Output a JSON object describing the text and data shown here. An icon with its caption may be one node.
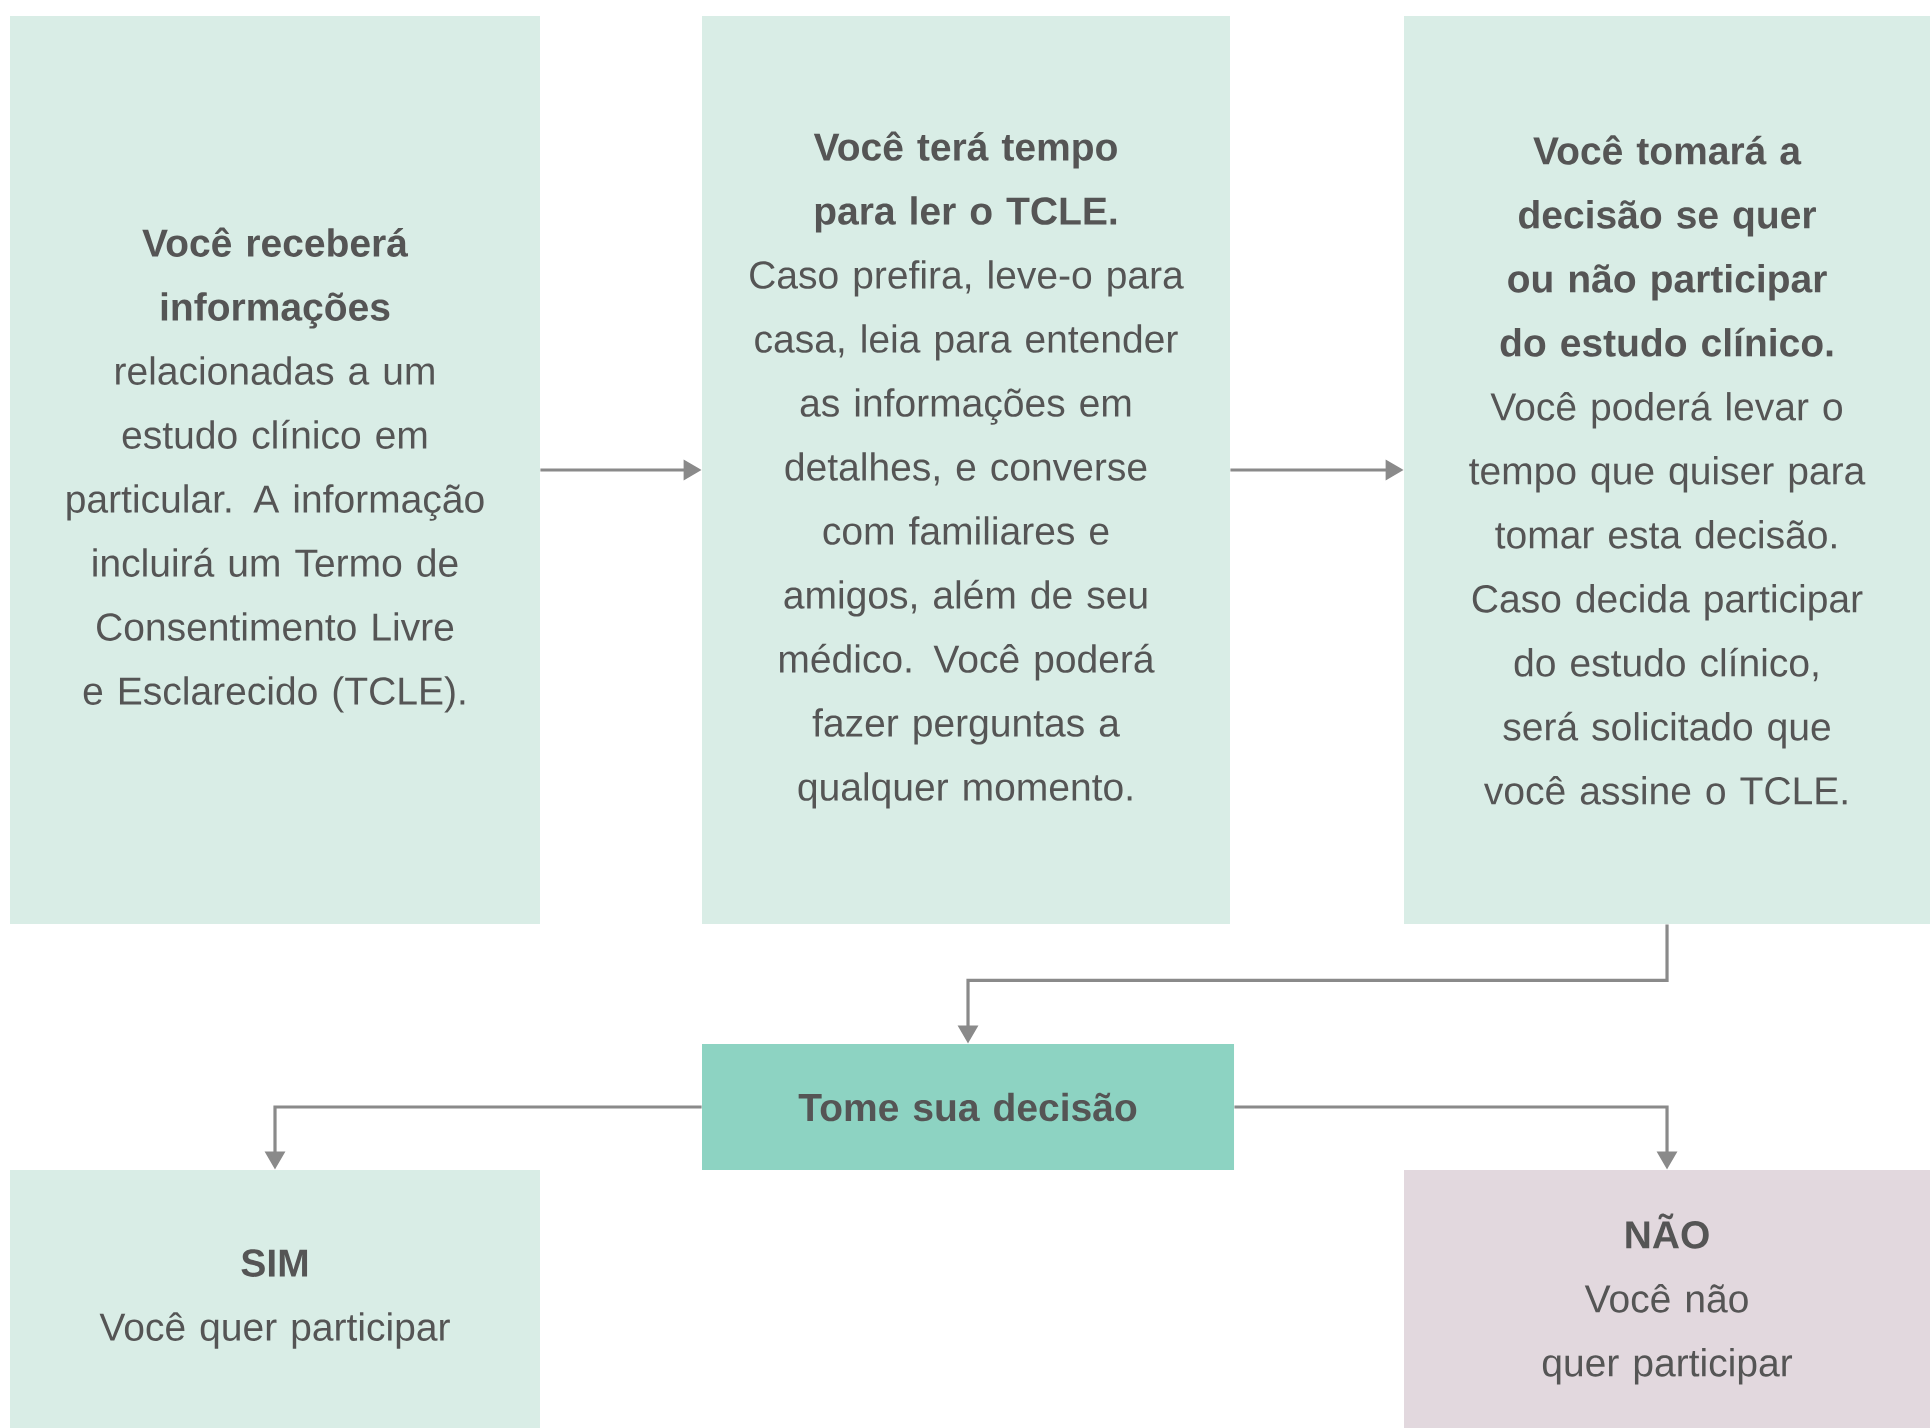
{
  "diagram": {
    "nodes": [
      {
        "text": [
          "Você receberá informações",
          "relacionadas a um estudo clínico em particular. A informação incluirá um Termo de Consentimento Livre e Esclarecido (TCLE)."
        ]
      },
      {
        "text": [
          "Você terá tempo para ler o TCLE.",
          "Caso prefira, leve-o para casa, leia para entender as informações em detalhes, e converse com familiares e amigos, além de seu médico. Você poderá fazer perguntas a qualquer momento."
        ]
      },
      {
        "text": [
          "Você tomará a decisão se quer ou não participar do estudo clínico.",
          "Você poderá levar o tempo que quiser para tomar esta decisão. Caso decida participar do estudo clínico, será solicitado que você assine o TCLE."
        ]
      },
      {
        "text": [
          "Tome sua decisão"
        ]
      },
      {
        "text": [
          "SIM",
          "Você quer participar"
        ]
      },
      {
        "text": [
          "NÃO",
          "Você não quer participar"
        ]
      }
    ],
    "edges": [
      {
        "from": 0,
        "to": 1,
        "arrow": "to"
      },
      {
        "from": 1,
        "to": 2,
        "arrow": "to"
      },
      {
        "from": 2,
        "to": 3,
        "arrow": "to"
      },
      {
        "from": 3,
        "to": 4,
        "arrow": "to"
      },
      {
        "from": 3,
        "to": 5,
        "arrow": "to"
      }
    ]
  }
}
